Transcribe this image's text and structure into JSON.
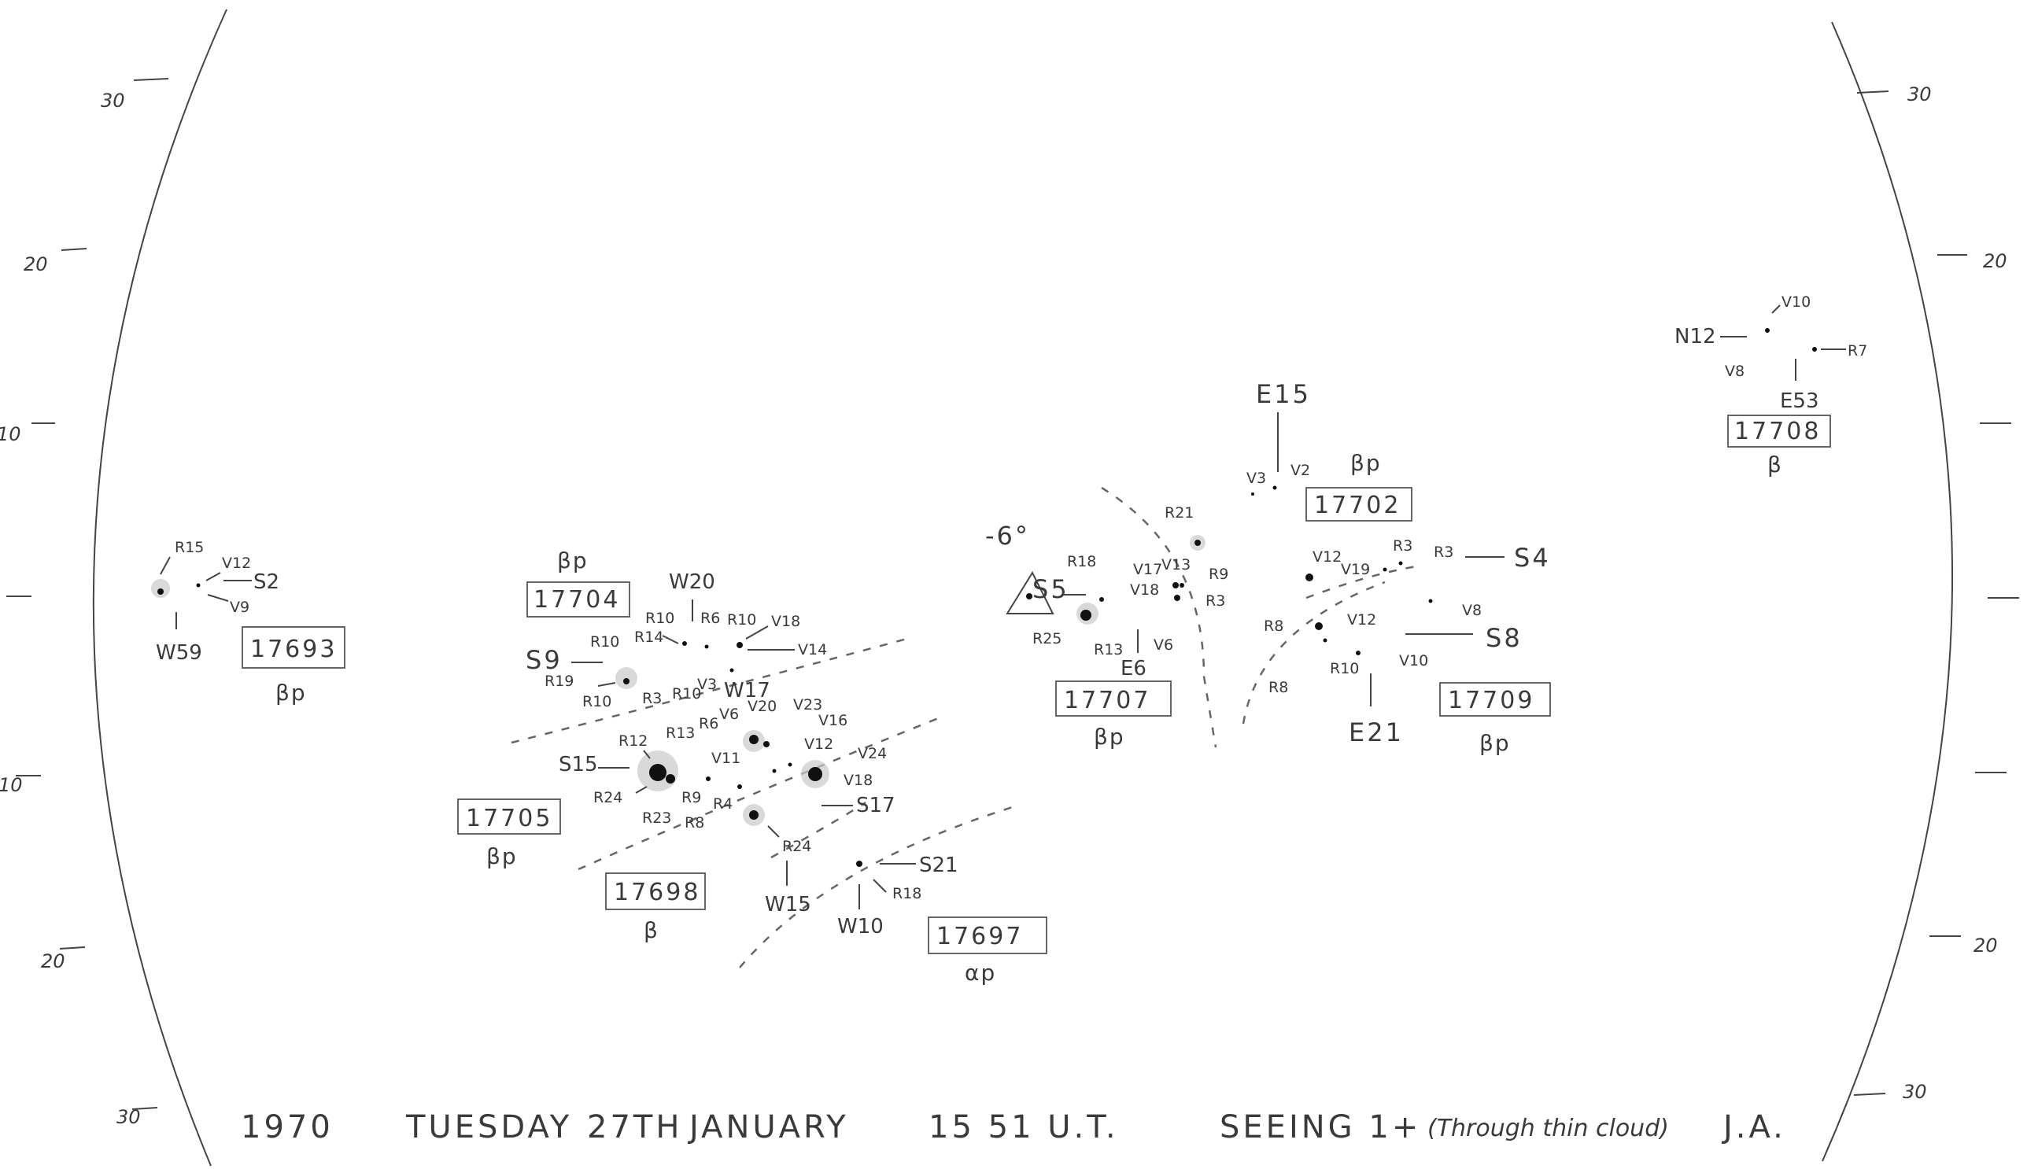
{
  "scale_left": [
    "30",
    "20",
    "10",
    "10",
    "20",
    "30"
  ],
  "scale_right": [
    "30",
    "20",
    "20",
    "30"
  ],
  "groups": [
    {
      "number": "17693",
      "type": "βp",
      "labels": [
        "R15",
        "V12",
        "S2",
        "V9",
        "W59"
      ]
    },
    {
      "number": "17704",
      "type": "βp",
      "labels": [
        "W20",
        "R10",
        "R14",
        "R6",
        "R10",
        "V18",
        "V14",
        "R10",
        "S9",
        "R19",
        "R10",
        "R3",
        "R10",
        "V3",
        "W17"
      ]
    },
    {
      "number": "17705",
      "type": "βp",
      "labels": [
        "S15",
        "R12",
        "R13",
        "R6",
        "V6",
        "V20",
        "V23",
        "V16",
        "V11",
        "V12",
        "V24",
        "V18",
        "R24",
        "R9",
        "R4",
        "R23",
        "R8",
        "S17"
      ]
    },
    {
      "number": "17698",
      "type": "β",
      "labels": [
        "R24",
        "W15"
      ]
    },
    {
      "number": "17697",
      "type": "αp",
      "labels": [
        "S21",
        "R18",
        "W10"
      ]
    },
    {
      "number": "17707",
      "type": "βp",
      "labels": [
        "-6°",
        "S5",
        "R18",
        "R25",
        "R13",
        "V6",
        "E6",
        "V17",
        "V13",
        "V18",
        "R9",
        "R3"
      ]
    },
    {
      "number": "17702",
      "type": "βp",
      "labels": [
        "E15",
        "V3",
        "V2",
        "R21"
      ]
    },
    {
      "number": "17709",
      "type": "βp",
      "labels": [
        "V12",
        "V19",
        "R3",
        "R3",
        "S4",
        "V8",
        "R8",
        "V12",
        "S8",
        "R10",
        "V10",
        "R8",
        "E21"
      ]
    },
    {
      "number": "17708",
      "type": "β",
      "labels": [
        "N12",
        "V10",
        "V8",
        "R7",
        "E53"
      ]
    }
  ],
  "caption": {
    "year": "1970",
    "day": "TUESDAY",
    "date": "27TH",
    "month": "JANUARY",
    "time": "15 51 U.T.",
    "seeing": "SEEING 1+",
    "note": "(Through thin cloud)",
    "initials": "J.A."
  }
}
